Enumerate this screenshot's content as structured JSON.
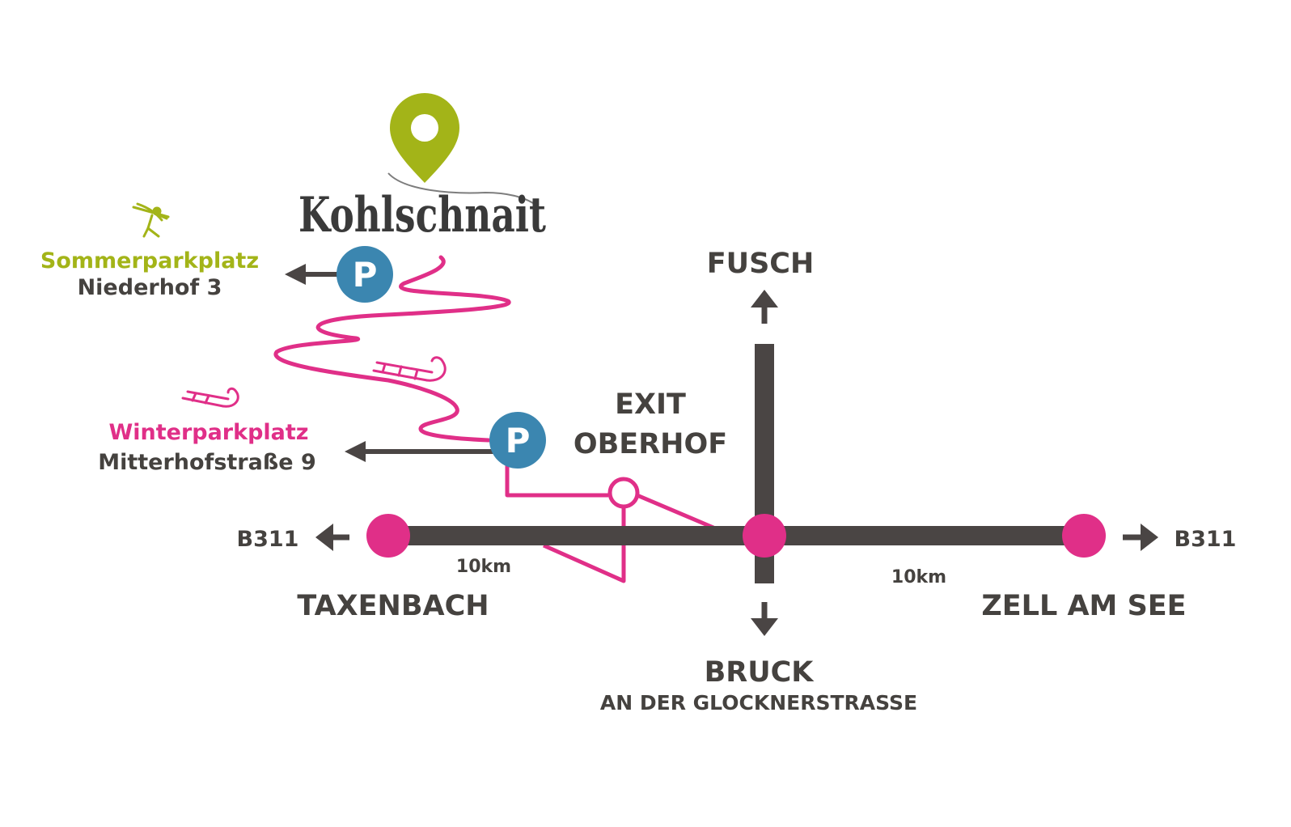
{
  "brand": {
    "name": "Kohlschnait",
    "pin_color": "#a3b418",
    "text_color": "#3a3a3a"
  },
  "colors": {
    "road": "#4a4544",
    "pink": "#e02f88",
    "parking": "#3b86b0",
    "green": "#a3b418",
    "text": "#45423f"
  },
  "parking": {
    "symbol": "P",
    "summer": {
      "title": "Sommerparkplatz",
      "address": "Niederhof 3"
    },
    "winter": {
      "title": "Winterparkplatz",
      "address": "Mitterhofstraße 9"
    }
  },
  "exit": {
    "line1": "EXIT",
    "line2": "OBERHOF"
  },
  "roads": {
    "west_road": "B311",
    "east_road": "B311",
    "west_distance": "10km",
    "east_distance": "10km"
  },
  "places": {
    "north": "FUSCH",
    "south": "BRUCK",
    "south_sub": "AN DER GLOCKNERSTRASSE",
    "west": "TAXENBACH",
    "east": "ZELL AM SEE"
  },
  "icons": {
    "location": "map-pin-icon",
    "summer_activity": "archery-icon",
    "sled": "sled-icon",
    "arrow": "arrow-icon"
  }
}
